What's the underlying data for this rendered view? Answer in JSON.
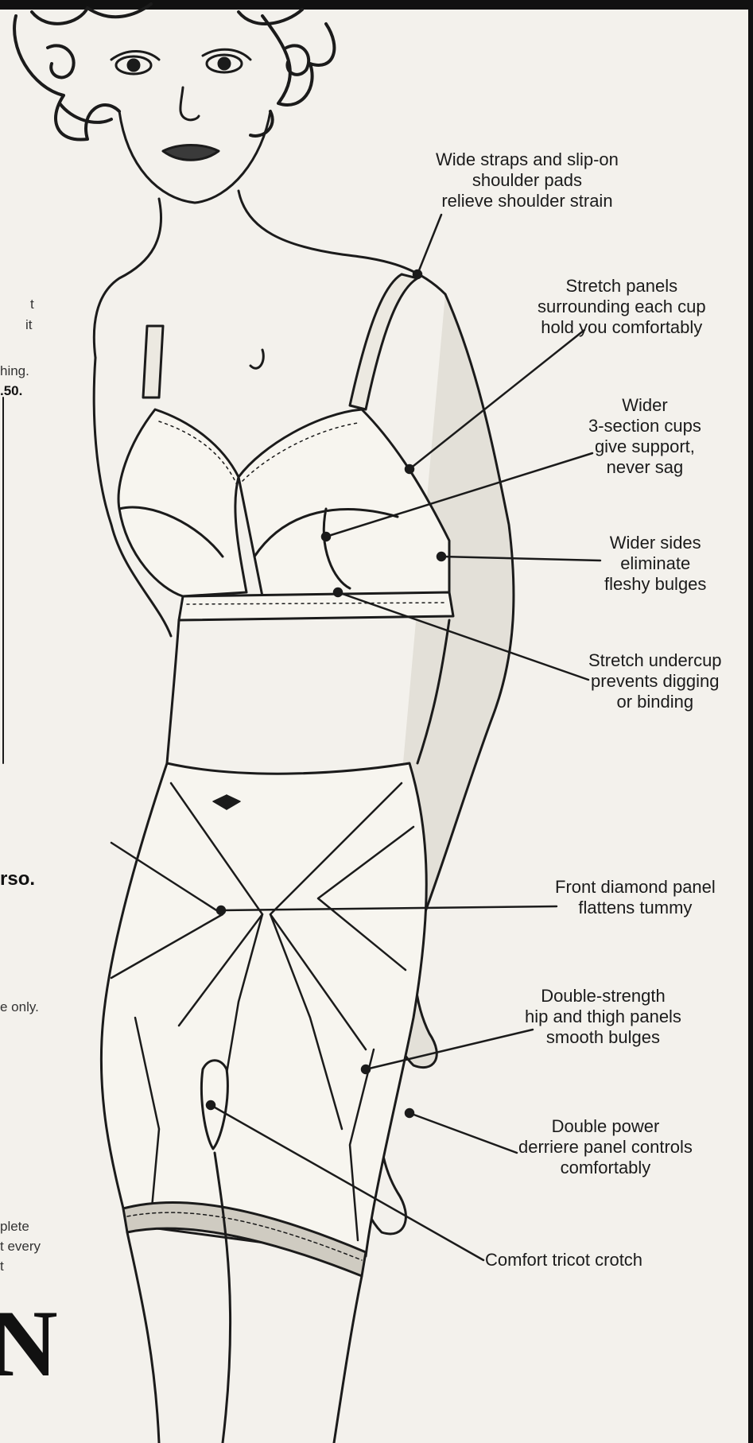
{
  "callouts": {
    "straps": [
      "Wide straps and slip-on",
      "shoulder pads",
      "relieve shoulder strain"
    ],
    "stretch_panels": [
      "Stretch panels",
      "surrounding each cup",
      "hold you comfortably"
    ],
    "cups": [
      "Wider",
      "3-section cups",
      "give support,",
      "never sag"
    ],
    "sides": [
      "Wider sides",
      "eliminate",
      "fleshy bulges"
    ],
    "undercup": [
      "Stretch undercup",
      "prevents digging",
      "or binding"
    ],
    "diamond": [
      "Front diamond panel",
      "flattens tummy"
    ],
    "hip": [
      "Double-strength",
      "hip and thigh panels",
      "smooth bulges"
    ],
    "derriere": [
      "Double power",
      "derriere panel controls",
      "comfortably"
    ],
    "crotch": [
      "Comfort tricot crotch"
    ]
  },
  "left_fragments": {
    "f1": "t",
    "f2": "it",
    "f3": "hing.",
    "f4": ".50.",
    "f5": "rso.",
    "f6": "e only.",
    "f7": "plete",
    "f8": "t every",
    "f9": "t",
    "f10": "N"
  },
  "colors": {
    "paper": "#f3f1ec",
    "ink": "#1b1b1b",
    "frame": "#111111"
  }
}
